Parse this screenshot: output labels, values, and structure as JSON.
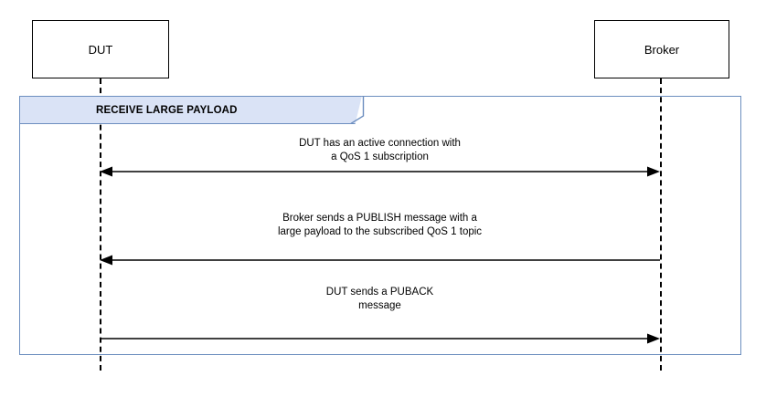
{
  "diagram": {
    "type": "uml-sequence-diagram",
    "participants": [
      {
        "id": "dut",
        "label": "DUT"
      },
      {
        "id": "broker",
        "label": "Broker"
      }
    ],
    "fragment": {
      "label": "RECEIVE LARGE PAYLOAD",
      "header_fill": "#dae3f6",
      "border_color": "#6c8ebf"
    },
    "messages": [
      {
        "id": "message-1",
        "direction": "bidirectional",
        "from": "dut",
        "to": "broker",
        "line1": "DUT has an active connection with",
        "line2": "a QoS 1 subscription"
      },
      {
        "id": "message-2",
        "direction": "right-to-left",
        "from": "broker",
        "to": "dut",
        "line1": "Broker sends a PUBLISH message with a",
        "line2": "large payload to the subscribed QoS 1 topic"
      },
      {
        "id": "message-3",
        "direction": "left-to-right",
        "from": "dut",
        "to": "broker",
        "line1": "DUT sends a PUBACK",
        "line2": "message"
      }
    ]
  }
}
